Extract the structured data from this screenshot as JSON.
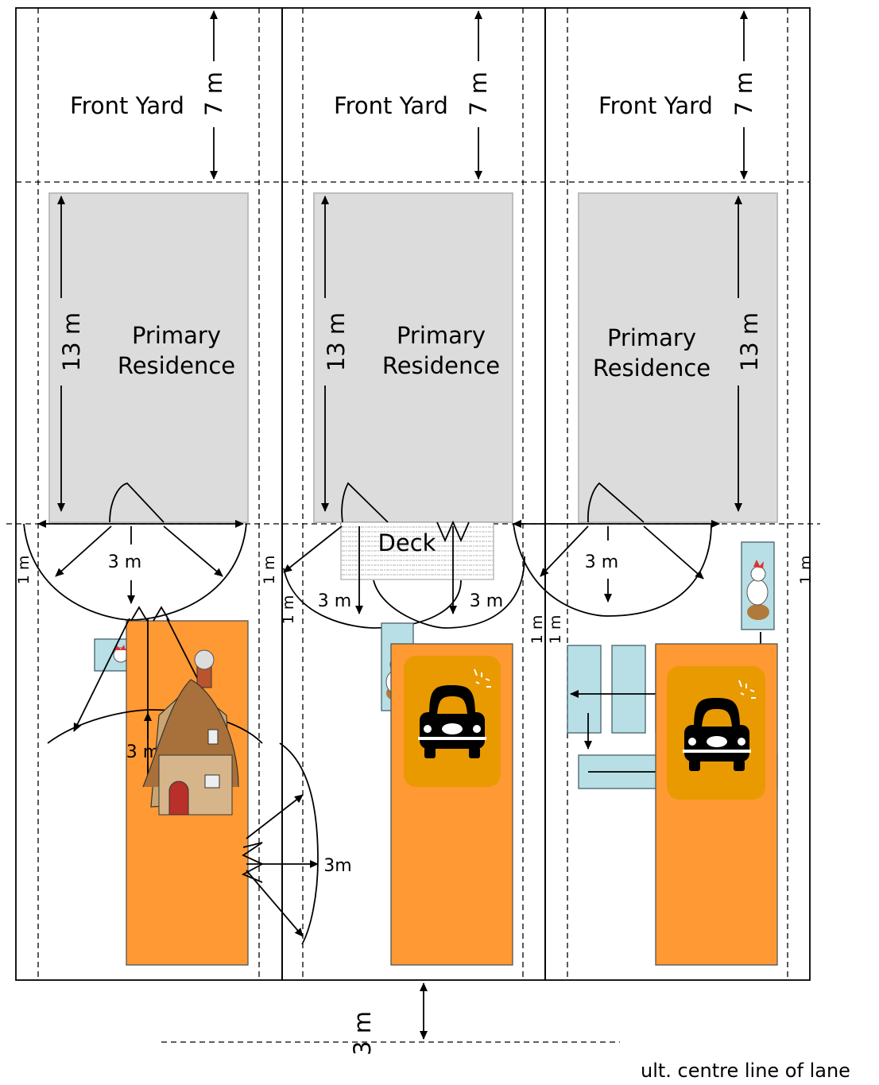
{
  "lots": [
    {
      "front_yard": "Front Yard",
      "front_setback": "7 m",
      "residence": [
        "Primary",
        "Residence"
      ],
      "residence_depth": "13 m",
      "rear_door_radius": "3 m",
      "side_setback_left": "1 m",
      "coop_door_radius": "3 m",
      "coop_side_radius": "3m"
    },
    {
      "front_yard": "Front Yard",
      "front_setback": "7 m",
      "residence": [
        "Primary",
        "Residence"
      ],
      "residence_depth": "13 m",
      "deck": "Deck",
      "deck_radius_left": "3 m",
      "deck_radius_right": "3 m",
      "side_setback_left": "1 m",
      "side_setback_left_inner": "1 m"
    },
    {
      "front_yard": "Front Yard",
      "front_setback": "7 m",
      "residence": [
        "Primary",
        "Residence"
      ],
      "residence_depth": "13 m",
      "rear_door_radius": "3 m",
      "side_setback_left_a": "1 m",
      "side_setback_left_b": "1 m",
      "side_setback_right": "1 m"
    }
  ],
  "lane_setback": "3 m",
  "lane_label": "ult. centre line of lane",
  "icons": [
    "chicken-icon",
    "chicken-icon",
    "chicken-icon",
    "coop-house-icon",
    "car-icon",
    "car-icon"
  ],
  "colors": {
    "residence": "#dcdcdc",
    "coop": "#b8dfe6",
    "garage": "#ff9933",
    "garage_inner": "#e89a00"
  }
}
